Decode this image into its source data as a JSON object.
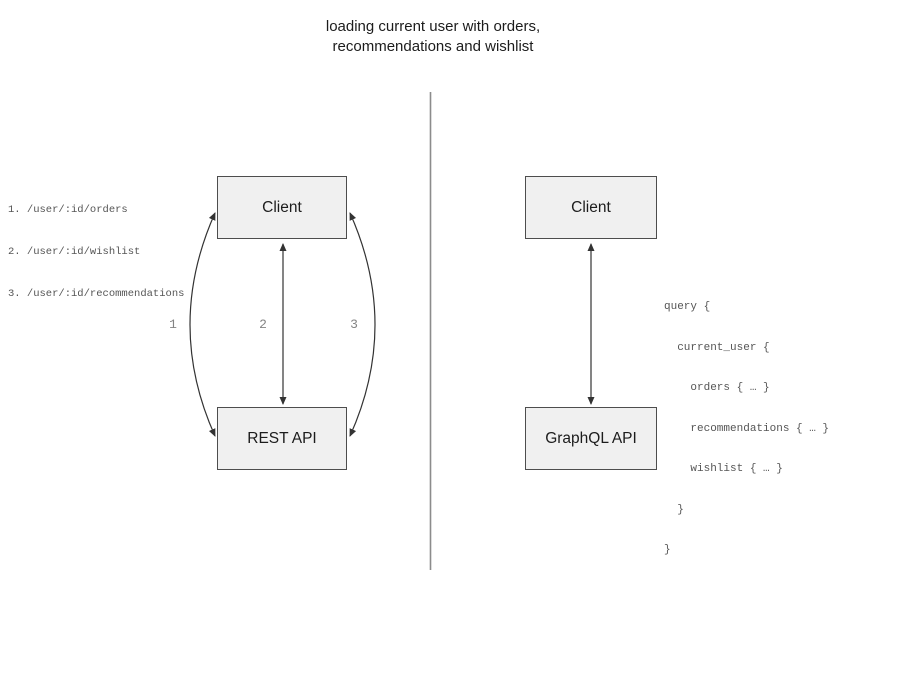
{
  "title": {
    "line1": "loading current user with orders,",
    "line2": "recommendations and wishlist"
  },
  "rest_side": {
    "endpoints": [
      "1. /user/:id/orders",
      "2. /user/:id/wishlist",
      "3. /user/:id/recommendations"
    ],
    "client_label": "Client",
    "api_label": "REST API",
    "arrow_labels": [
      "1",
      "2",
      "3"
    ]
  },
  "graphql_side": {
    "client_label": "Client",
    "api_label": "GraphQL API",
    "query_lines": [
      "query {",
      "  current_user {",
      "    orders { … }",
      "    recommendations { … }",
      "    wishlist { … }",
      "  }",
      "}"
    ]
  },
  "colors": {
    "box_fill": "#f0f0f0",
    "box_border": "#4d4d4d",
    "arrow": "#333333",
    "arrow_label": "#848484",
    "mono_text": "#555555",
    "divider": "#8c8c8c",
    "title_text": "#1c1c1c"
  }
}
